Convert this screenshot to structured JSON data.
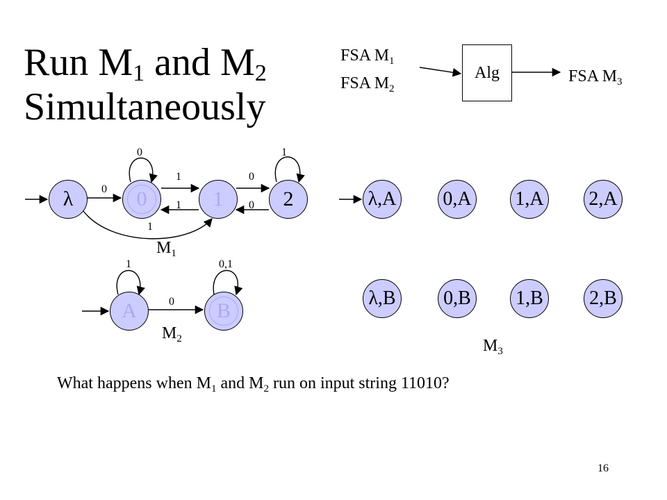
{
  "slide": {
    "title": {
      "line1_a": "Run M",
      "line1_sub1": "1",
      "line1_b": " and M",
      "line1_sub2": "2",
      "line2": "Simultaneously"
    },
    "page_number": "16",
    "question": {
      "a": "What happens when M",
      "sub1": "1",
      "b": " and M",
      "sub2": "2",
      "c": " run on input string 11010?"
    }
  },
  "algorithm": {
    "inputs": [
      {
        "text": "FSA M",
        "sub": "1"
      },
      {
        "text": "FSA M",
        "sub": "2"
      }
    ],
    "box_label": "Alg",
    "output": {
      "text": "FSA M",
      "sub": "3"
    }
  },
  "m1": {
    "name": "M",
    "name_sub": "1",
    "states": [
      "λ",
      "0",
      "1",
      "2"
    ],
    "edge_labels": {
      "lambda_to_0": "0",
      "loop_0": "0",
      "s0_to_1": "1",
      "s1_to_0": "1",
      "s1_to_2": "0",
      "s2_to_1": "0",
      "loop_2": "1",
      "lambda_to_1": "1"
    }
  },
  "m2": {
    "name": "M",
    "name_sub": "2",
    "states": [
      "A",
      "B"
    ],
    "edge_labels": {
      "loop_A": "1",
      "A_to_B": "0",
      "loop_B": "0,1"
    }
  },
  "m3": {
    "name": "M",
    "name_sub": "3",
    "row_a": [
      "λ,A",
      "0,A",
      "1,A",
      "2,A"
    ],
    "row_b": [
      "λ,B",
      "0,B",
      "1,B",
      "2,B"
    ]
  },
  "colors": {
    "state_fill": "#ccccff",
    "faded_text": "#aaaaf2",
    "stroke": "#000000"
  }
}
